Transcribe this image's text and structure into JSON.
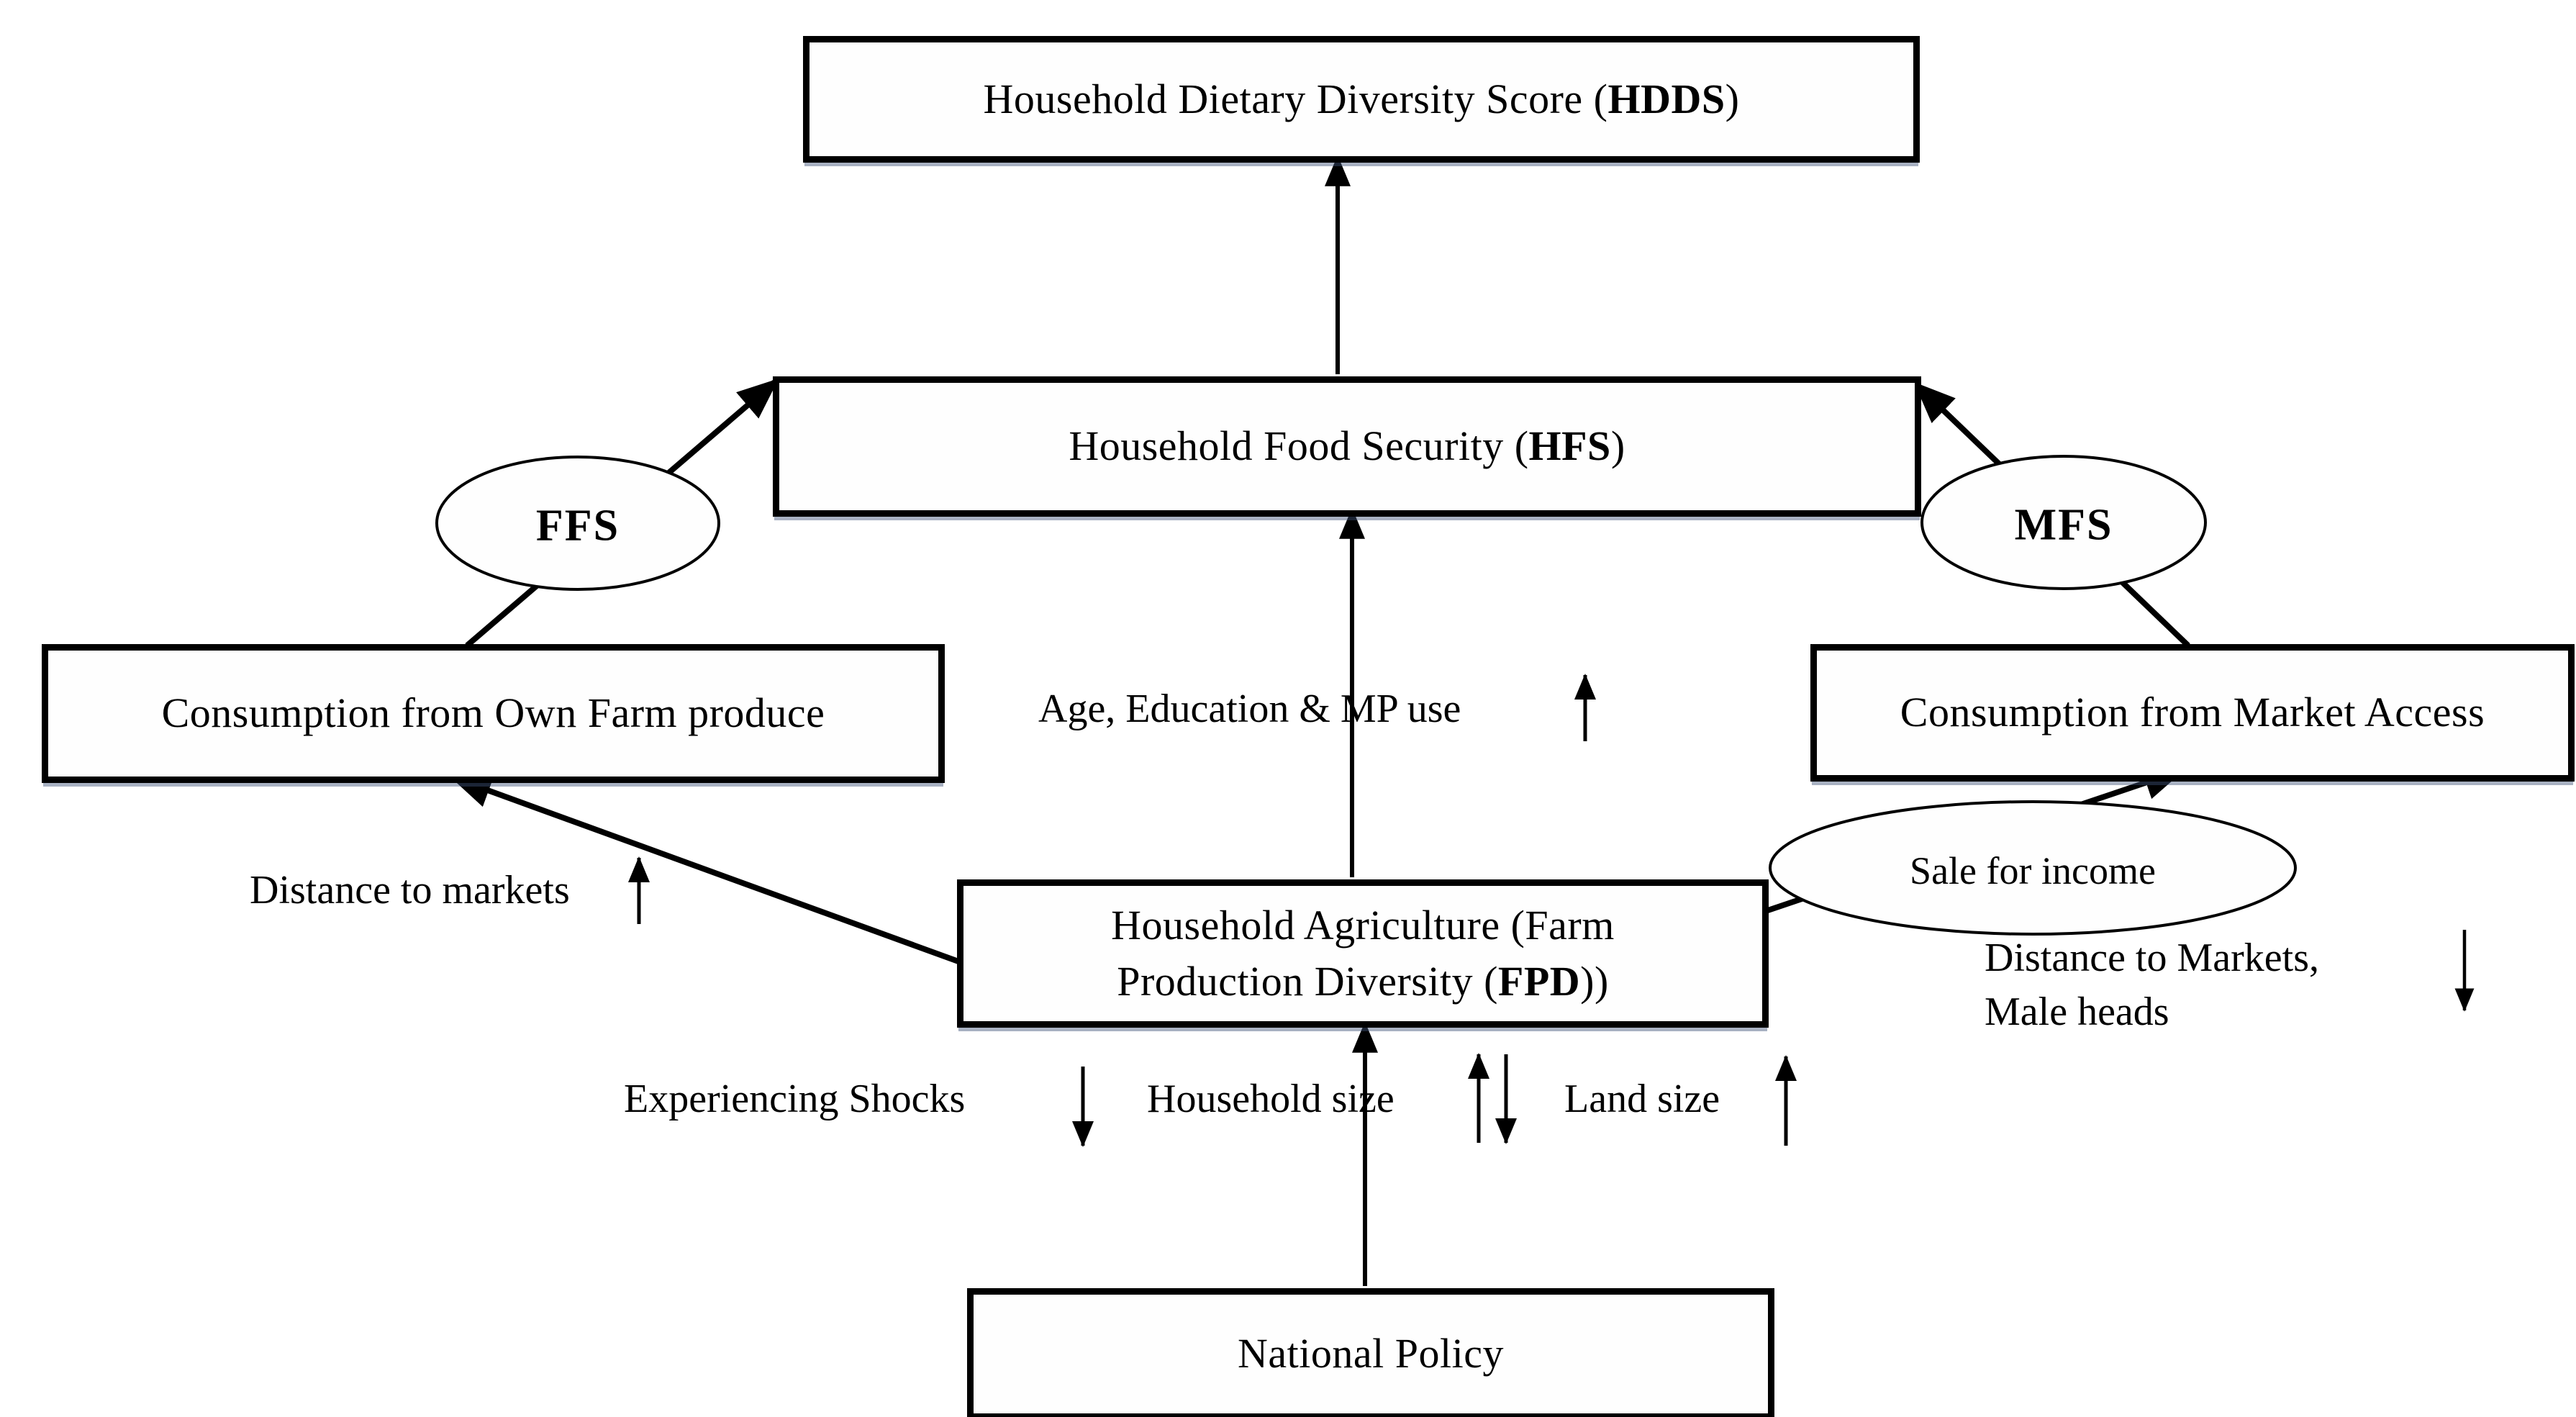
{
  "figure": {
    "background_color": "#ffffff",
    "ink_color": "#000000",
    "shadow_color": "#3e5278"
  },
  "nodes": {
    "hdds": {
      "prefix": "Household Dietary Diversity Score (",
      "abbr": "HDDS",
      "suffix": ")"
    },
    "hfs": {
      "prefix": "Household Food Security (",
      "abbr": "HFS",
      "suffix": ")"
    },
    "own_farm": {
      "label": "Consumption from Own Farm produce"
    },
    "market_access": {
      "label": "Consumption from Market Access"
    },
    "fpd": {
      "line1": "Household Agriculture (Farm",
      "line2_prefix": "Production Diversity (",
      "abbr": "FPD",
      "suffix": "))"
    },
    "national_policy": {
      "label": "National Policy"
    },
    "ffs": {
      "label": "FFS"
    },
    "mfs": {
      "label": "MFS"
    },
    "sale_for_income": {
      "label": "Sale for income"
    }
  },
  "annotations": {
    "age_education": {
      "text": "Age, Education & MP use",
      "arrow": "up"
    },
    "distance_markets_left": {
      "text": "Distance to markets",
      "arrow": "up"
    },
    "distance_markets_right": {
      "line1": "Distance to Markets,",
      "line2": "Male heads",
      "arrow": "down"
    },
    "experiencing_shocks": {
      "text": "Experiencing Shocks",
      "arrow": "down"
    },
    "household_size": {
      "text": "Household size",
      "arrow": "up-down"
    },
    "land_size": {
      "text": "Land size",
      "arrow": "up"
    }
  },
  "edges": {
    "hfs_to_hdds": "Household Food Security -> Household Dietary Diversity Score",
    "fpd_to_hfs": "Household Agriculture (FPD) -> Household Food Security",
    "policy_to_fpd": "National Policy -> Household Agriculture (FPD)",
    "own_farm_to_hfs_via_ffs": "Consumption from Own Farm produce -> (FFS) -> Household Food Security",
    "market_to_hfs_via_mfs": "Consumption from Market Access -> (MFS) -> Household Food Security",
    "fpd_to_own_farm": "Household Agriculture (FPD) -> Consumption from Own Farm produce",
    "fpd_to_market_via_sale": "Household Agriculture (FPD) -> (Sale for income) -> Consumption from Market Access"
  }
}
